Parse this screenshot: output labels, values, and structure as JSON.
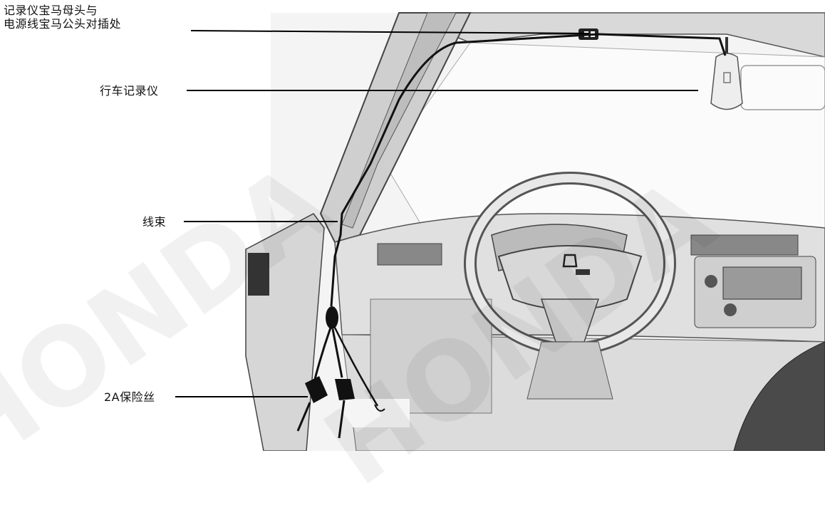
{
  "labels": {
    "connector_line1": "记录仪宝马母头与",
    "connector_line2": "电源线宝马公头对插处",
    "dashcam": "行车记录仪",
    "wire_harness": "线束",
    "fuse": "2A保险丝"
  },
  "watermarks": {
    "left": "HONDA",
    "center": "HONDA"
  },
  "colors": {
    "leader_line": "#000000",
    "interior_fill": "#e3e3e3",
    "interior_dark": "#8a8a8a",
    "background": "#ffffff"
  }
}
